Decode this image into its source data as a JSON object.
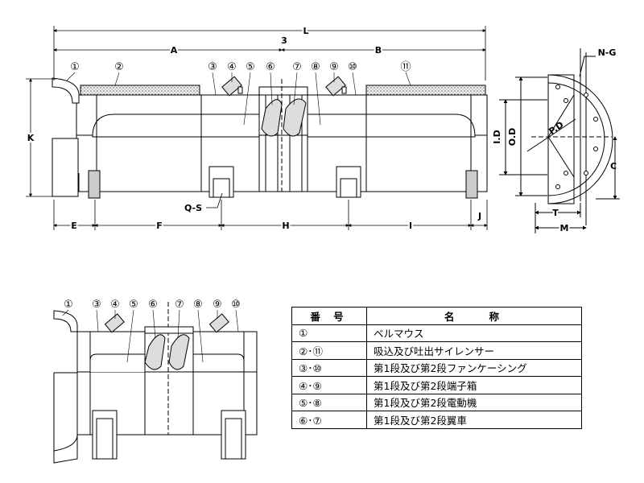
{
  "callouts": [
    "①",
    "②",
    "③",
    "④",
    "⑤",
    "⑥",
    "⑦",
    "⑧",
    "⑨",
    "⑩",
    "⑪"
  ],
  "dimensions": {
    "L": "L",
    "A": "A",
    "B": "B",
    "three": "3",
    "K": "K",
    "E": "E",
    "F": "F",
    "H": "H",
    "I": "I",
    "J": "J",
    "QS": "Q-S",
    "ID": "I.D",
    "OD": "O.D",
    "PD": "P.D",
    "NG": "N-G",
    "C": "C",
    "T": "T",
    "M": "M"
  },
  "table": {
    "header_no": "番 号",
    "header_name": "名　　称",
    "rows": [
      {
        "no": "①",
        "name": "ベルマウス"
      },
      {
        "no": "②･⑪",
        "name": "吸込及び吐出サイレンサー"
      },
      {
        "no": "③･⑩",
        "name": "第1段及び第2段ファンケーシング"
      },
      {
        "no": "④･⑨",
        "name": "第1段及び第2段端子箱"
      },
      {
        "no": "⑤･⑧",
        "name": "第1段及び第2段電動機"
      },
      {
        "no": "⑥･⑦",
        "name": "第1段及び第2段翼車"
      }
    ]
  }
}
